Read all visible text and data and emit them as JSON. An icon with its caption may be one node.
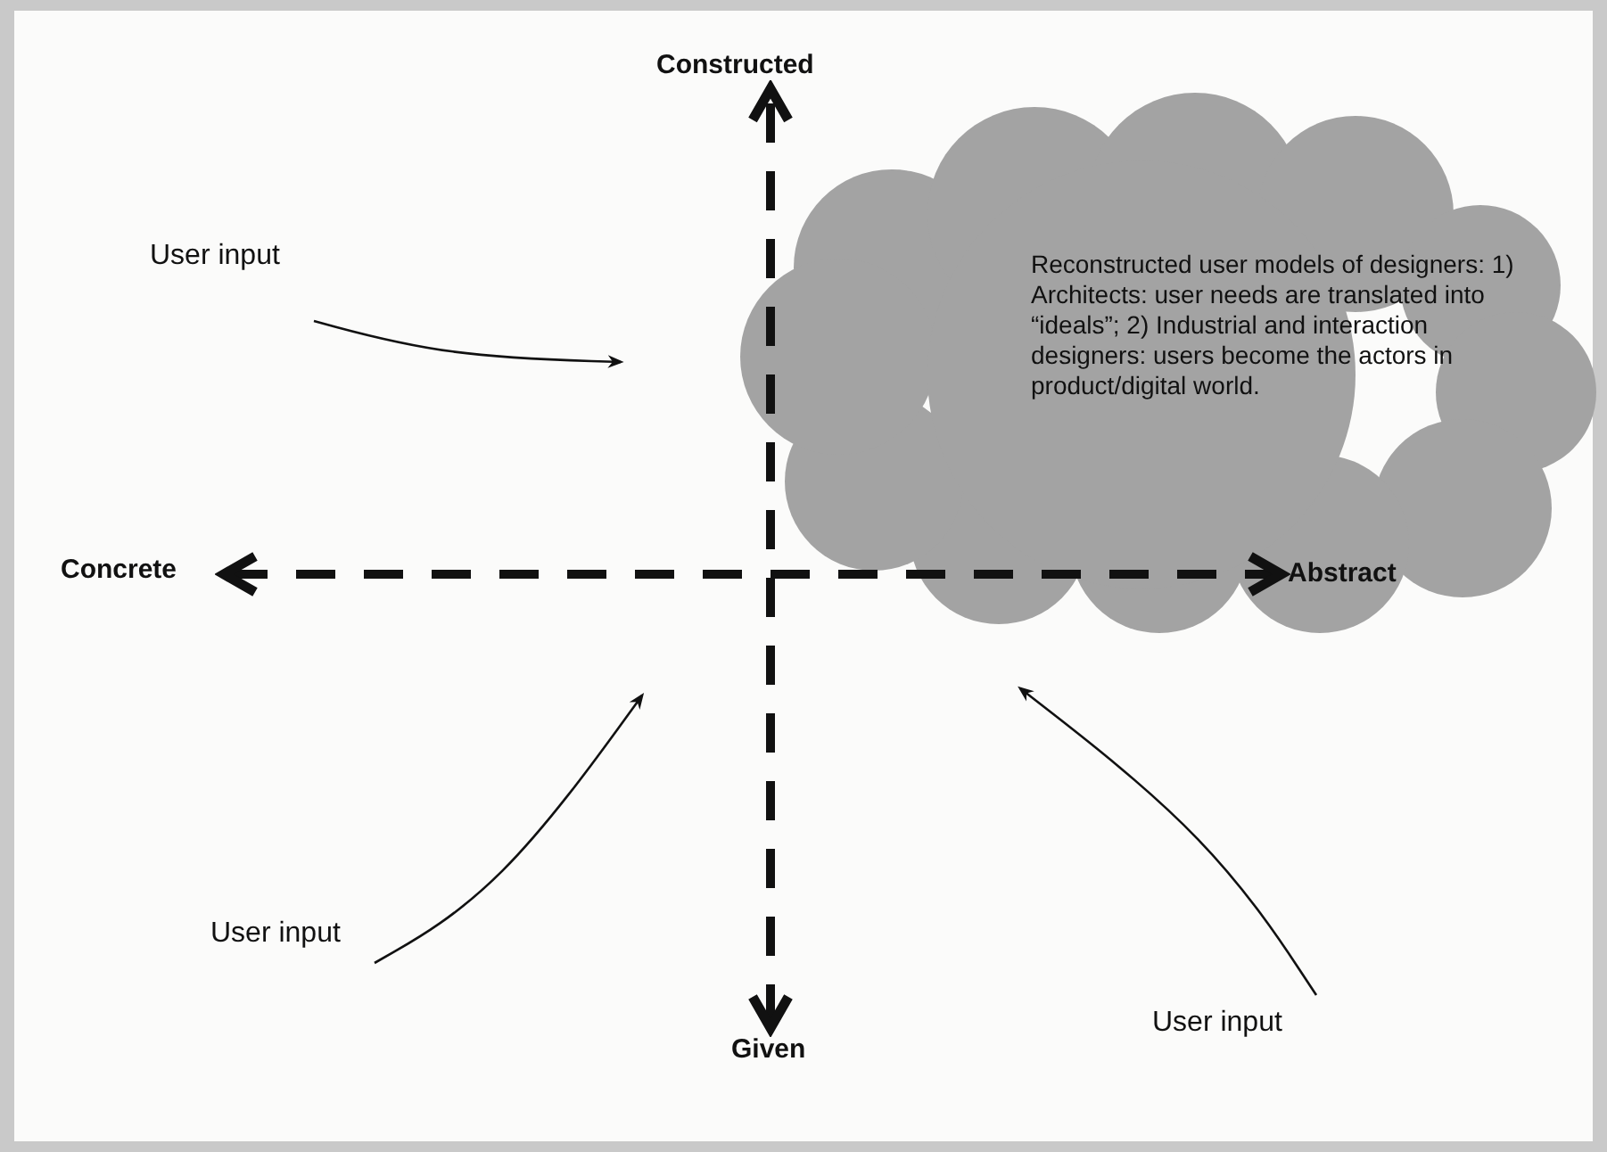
{
  "diagram": {
    "nodes": [
      {
        "text": [
          "Reconstructed user models of designers: 1) Architects: user needs are translated into “ideals”; 2) Industrial and interaction designers: users become the actors in product/digital world."
        ]
      },
      {
        "text": [
          "Constructed"
        ]
      },
      {
        "text": [
          "Concrete"
        ]
      },
      {
        "text": [
          "Abstract"
        ]
      },
      {
        "text": [
          "Given"
        ]
      },
      {
        "text": [
          "User input"
        ]
      },
      {
        "text": [
          "User input"
        ]
      },
      {
        "text": [
          "User input"
        ]
      }
    ],
    "edges": [
      {
        "from": 2,
        "to": 3,
        "arrow": "both",
        "style": "dashed"
      },
      {
        "from": 4,
        "to": 1,
        "arrow": "both",
        "style": "dashed"
      },
      {
        "from": 5,
        "to": null,
        "arrow": "to"
      },
      {
        "from": 6,
        "to": null,
        "arrow": "to"
      },
      {
        "from": 7,
        "to": null,
        "arrow": "to"
      }
    ]
  }
}
